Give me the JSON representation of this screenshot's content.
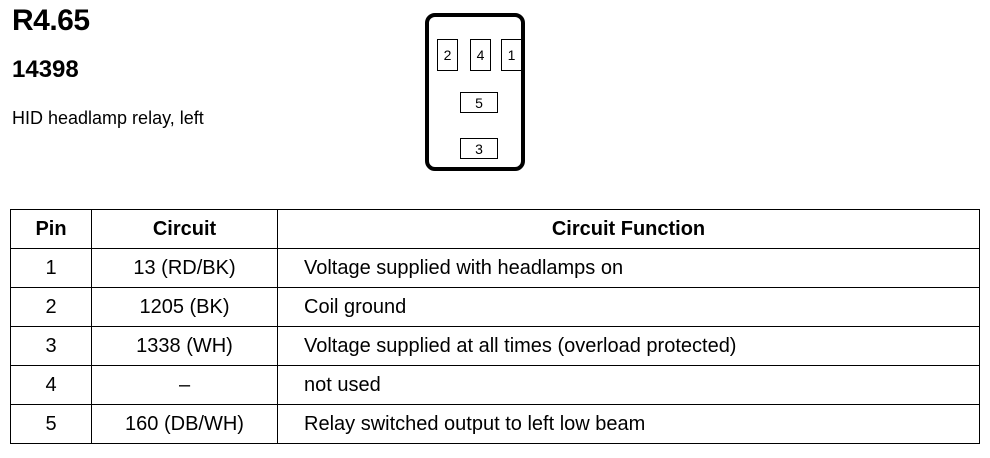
{
  "header": {
    "code": "R4.65",
    "part_number": "14398",
    "description": "HID headlamp relay, left"
  },
  "connector": {
    "pins": [
      "2",
      "4",
      "1",
      "5",
      "3"
    ]
  },
  "table": {
    "headers": [
      "Pin",
      "Circuit",
      "Circuit Function"
    ],
    "rows": [
      {
        "pin": "1",
        "circuit": "13 (RD/BK)",
        "function": "Voltage supplied with headlamps on"
      },
      {
        "pin": "2",
        "circuit": "1205 (BK)",
        "function": "Coil ground"
      },
      {
        "pin": "3",
        "circuit": "1338 (WH)",
        "function": "Voltage supplied at all times (overload protected)"
      },
      {
        "pin": "4",
        "circuit": "–",
        "function": "not used"
      },
      {
        "pin": "5",
        "circuit": "160 (DB/WH)",
        "function": "Relay switched output to left low beam"
      }
    ]
  }
}
